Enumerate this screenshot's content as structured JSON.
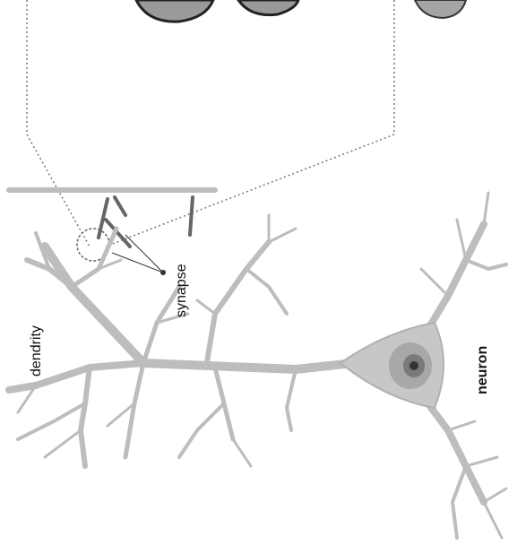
{
  "labels": {
    "dendrity": "dendrity",
    "synapse": "synapse",
    "neuron": "neuron"
  },
  "colors": {
    "cell_fill": "#c7c7c7",
    "cell_inner": "#a8a8a8",
    "nucleus": "#333333",
    "dendrite": "#bdbdbd",
    "axon_terminal": "#666666",
    "leader_line": "#777777",
    "blob_fill": "#8a8a8a"
  }
}
